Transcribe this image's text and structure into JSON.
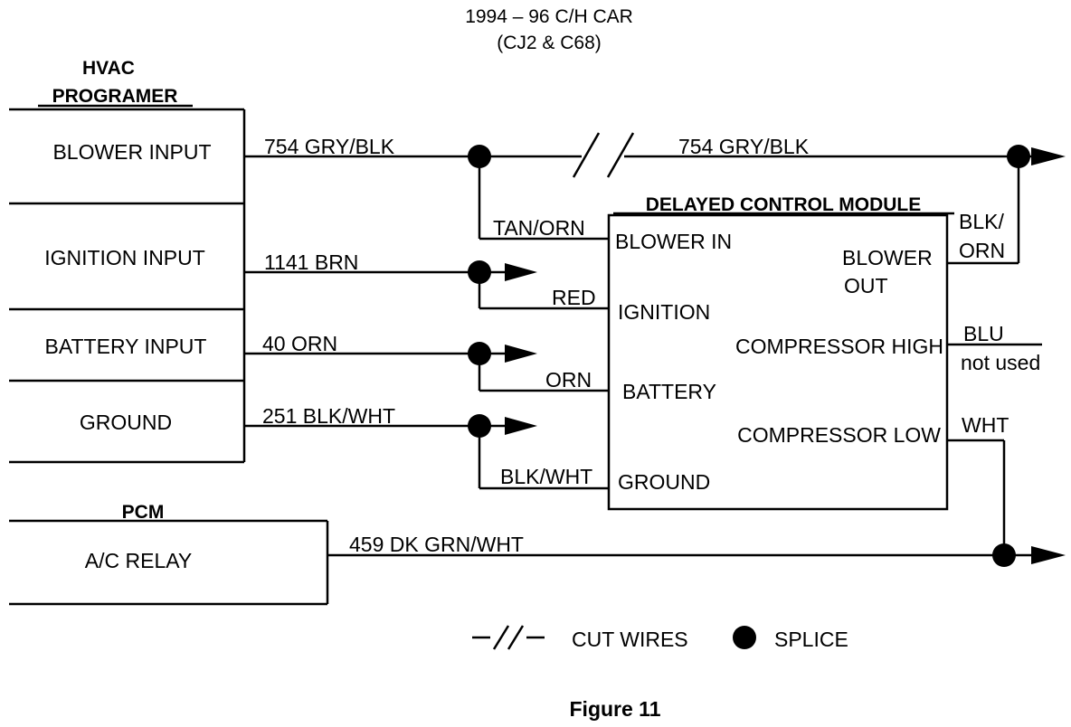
{
  "title": {
    "line1": "1994 – 96  C/H CAR",
    "line2": "(CJ2 & C68)"
  },
  "hvac": {
    "header_line1": "HVAC",
    "header_line2": "PROGRAMER",
    "inputs": [
      "BLOWER INPUT",
      "IGNITION INPUT",
      "BATTERY INPUT",
      "GROUND"
    ]
  },
  "pcm": {
    "header": "PCM",
    "relay": "A/C RELAY"
  },
  "wires": {
    "blower_left": "754 GRY/BLK",
    "blower_right": "754 GRY/BLK",
    "ignition": "1141 BRN",
    "battery": "40 ORN",
    "ground": "251 BLK/WHT",
    "tan_orn": "TAN/ORN",
    "red": "RED",
    "orn": "ORN",
    "blk_wht": "BLK/WHT",
    "blk_orn_1": "BLK/",
    "blk_orn_2": "ORN",
    "blu": "BLU",
    "not_used": "not used",
    "wht": "WHT",
    "ac_relay": "459  DK GRN/WHT"
  },
  "module": {
    "title": "DELAYED CONTROL MODULE",
    "blower_in": "BLOWER IN",
    "ignition": "IGNITION",
    "battery": "BATTERY",
    "ground": "GROUND",
    "blower_out_1": "BLOWER",
    "blower_out_2": "OUT",
    "compressor_high": "COMPRESSOR HIGH",
    "compressor_low": "COMPRESSOR LOW"
  },
  "legend": {
    "cut_wires": "CUT WIRES",
    "splice": "SPLICE"
  },
  "caption": "Figure 11"
}
